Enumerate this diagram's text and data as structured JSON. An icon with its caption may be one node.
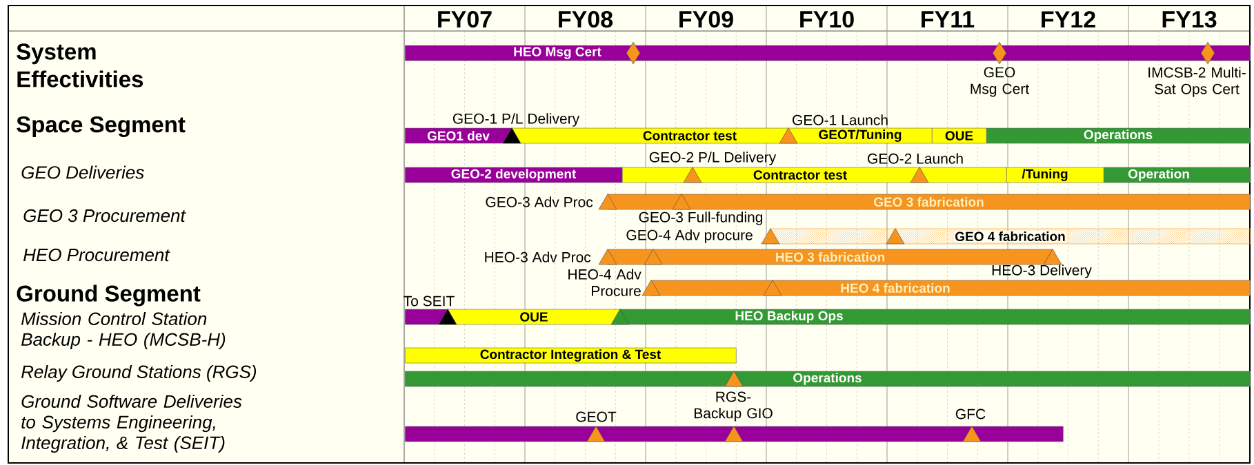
{
  "diagram": {
    "nodes": [
      {
        "text": [
          "HEO Msg Cert"
        ]
      },
      {
        "text": [],
        "shape": "diamond"
      },
      {
        "text": [],
        "shape": "diamond",
        "beside": [
          "GEO Msg Cert"
        ]
      },
      {
        "text": [],
        "shape": "diamond",
        "beside": [
          "IMCSB-2 Multi-Sat Ops Cert"
        ]
      },
      {
        "text": [
          "GEO1 dev"
        ]
      },
      {
        "text": [
          "Contractor test"
        ]
      },
      {
        "text": [
          "GEOT/Tuning"
        ]
      },
      {
        "text": [
          "OUE"
        ]
      },
      {
        "text": [
          "Operations"
        ]
      },
      {
        "text": [],
        "shape": "triangle",
        "beside": [
          "GEO-1 P/L Delivery"
        ]
      },
      {
        "text": [],
        "shape": "triangle",
        "beside": [
          "GEO-1 Launch"
        ]
      },
      {
        "text": [
          "GEO-2 development"
        ]
      },
      {
        "text": [
          "Contractor test"
        ]
      },
      {
        "text": [],
        "shape": "bar"
      },
      {
        "text": [
          "/Tuning"
        ]
      },
      {
        "text": [
          "Operation"
        ]
      },
      {
        "text": [],
        "shape": "triangle",
        "beside": [
          "GEO-2 P/L Delivery"
        ],
        "in": 12
      },
      {
        "text": [],
        "shape": "triangle",
        "beside": [
          "GEO-2 Launch"
        ]
      },
      {
        "text": [
          "GEO 3 fabrication"
        ]
      },
      {
        "text": [],
        "shape": "triangle",
        "beside": [
          "GEO-3 Adv Proc"
        ]
      },
      {
        "text": [],
        "shape": "triangle",
        "beside": [
          "GEO-3 Full-funding"
        ],
        "in": 18
      },
      {
        "text": [
          "GEO 4 fabrication"
        ]
      },
      {
        "text": [],
        "shape": "triangle",
        "beside": [
          "GEO-4 Adv procure"
        ]
      },
      {
        "text": [],
        "shape": "triangle",
        "in": 21
      },
      {
        "text": [
          "HEO 3 fabrication"
        ]
      },
      {
        "text": [],
        "shape": "triangle",
        "beside": [
          "HEO-3 Adv Proc"
        ]
      },
      {
        "text": [],
        "shape": "triangle",
        "in": 24
      },
      {
        "text": [],
        "shape": "triangle",
        "beside": [
          "HEO-3 Delivery"
        ]
      },
      {
        "text": [
          "HEO 4 fabrication"
        ]
      },
      {
        "text": [],
        "shape": "triangle",
        "beside": [
          "HEO-4 Adv Procure"
        ]
      },
      {
        "text": [],
        "shape": "triangle",
        "in": 28
      },
      {
        "text": [],
        "shape": "bar"
      },
      {
        "text": [
          "OUE"
        ]
      },
      {
        "text": [
          "HEO Backup Ops"
        ]
      },
      {
        "text": [],
        "shape": "triangle",
        "beside": [
          "To SEIT"
        ]
      },
      {
        "text": [],
        "shape": "triangle"
      },
      {
        "text": [
          "Contractor Integration & Test"
        ]
      },
      {
        "text": [
          "Operations"
        ]
      },
      {
        "text": [],
        "shape": "triangle",
        "in": 37
      },
      {
        "text": [],
        "shape": "bar"
      },
      {
        "text": [],
        "shape": "triangle",
        "beside": [
          "GEOT"
        ],
        "in": 39
      },
      {
        "text": [],
        "shape": "triangle",
        "beside": [
          "RGS-Backup GIO"
        ],
        "in": 39
      },
      {
        "text": [],
        "shape": "triangle",
        "beside": [
          "GFC"
        ],
        "in": 39
      }
    ],
    "labels": [
      "FY07",
      "FY08",
      "FY09",
      "FY10",
      "FY11",
      "FY12",
      "FY13",
      "System Effectivities",
      "Space Segment",
      "GEO Deliveries",
      "GEO 3 Procurement",
      "HEO Procurement",
      "Ground Segment",
      "Mission Control Station Backup - HEO (MCSB-H)",
      "Relay Ground Stations (RGS)",
      "Ground Software Deliveries to Systems Engineering, Integration, & Test (SEIT)"
    ]
  }
}
